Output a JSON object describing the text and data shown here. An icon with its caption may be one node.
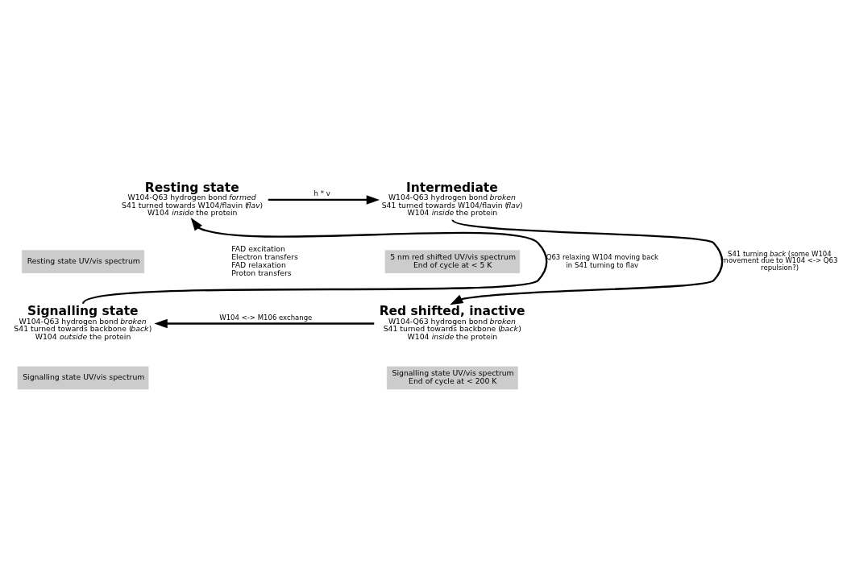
{
  "diagram": {
    "nodes": [
      {
        "text": [
          "Resting state",
          "W104-Q63 hydrogen bond *formed*",
          "S41 turned towards W104/flavin (*flav*)",
          "W104 *inside* the protein"
        ]
      },
      {
        "text": [
          "Resting state UV/vis spectrum"
        ]
      },
      {
        "text": [
          "Intermediate",
          "W104-Q63 hydrogen bond *broken*",
          "S41 turned towards W104/flavin (*flav*)",
          "W104 *inside* the protein"
        ]
      },
      {
        "text": [
          "5 nm red shifted UV/vis spectrum",
          "End of cycle at < 5 K"
        ]
      },
      {
        "text": [
          "Signalling state",
          "W104-Q63 hydrogen bond *broken*",
          "S41 turned towards backbone (*back*)",
          "W104 *outside* the protein"
        ]
      },
      {
        "text": [
          "Signalling state UV/vis spectrum"
        ]
      },
      {
        "text": [
          "Red shifted, inactive",
          "W104-Q63 hydrogen bond *broken*",
          "S41 turned towards backbone (*back*)",
          "W104 *inside* the protein"
        ]
      },
      {
        "text": [
          "Signalling state UV/vis spectrum",
          "End of cycle at < 200 K"
        ]
      }
    ],
    "edges": [
      {
        "from": 0,
        "to": 2,
        "arrow": "to",
        "label": "h * v"
      },
      {
        "from": 2,
        "to": 6,
        "arrow": "to",
        "label": "S41 turning *back* (some W104 movement due to W104 <-> Q63 repulsion?)"
      },
      {
        "from": 6,
        "to": 4,
        "arrow": "to",
        "label": "W104 <-> M106 exchange"
      },
      {
        "from": 4,
        "to": 0,
        "arrow": "to",
        "label": "Q63 relaxing W104 moving back in S41 turning to flav"
      }
    ],
    "labels": [
      "FAD excitation",
      "Electron transfers",
      "FAD relaxation",
      "Proton transfers"
    ]
  }
}
